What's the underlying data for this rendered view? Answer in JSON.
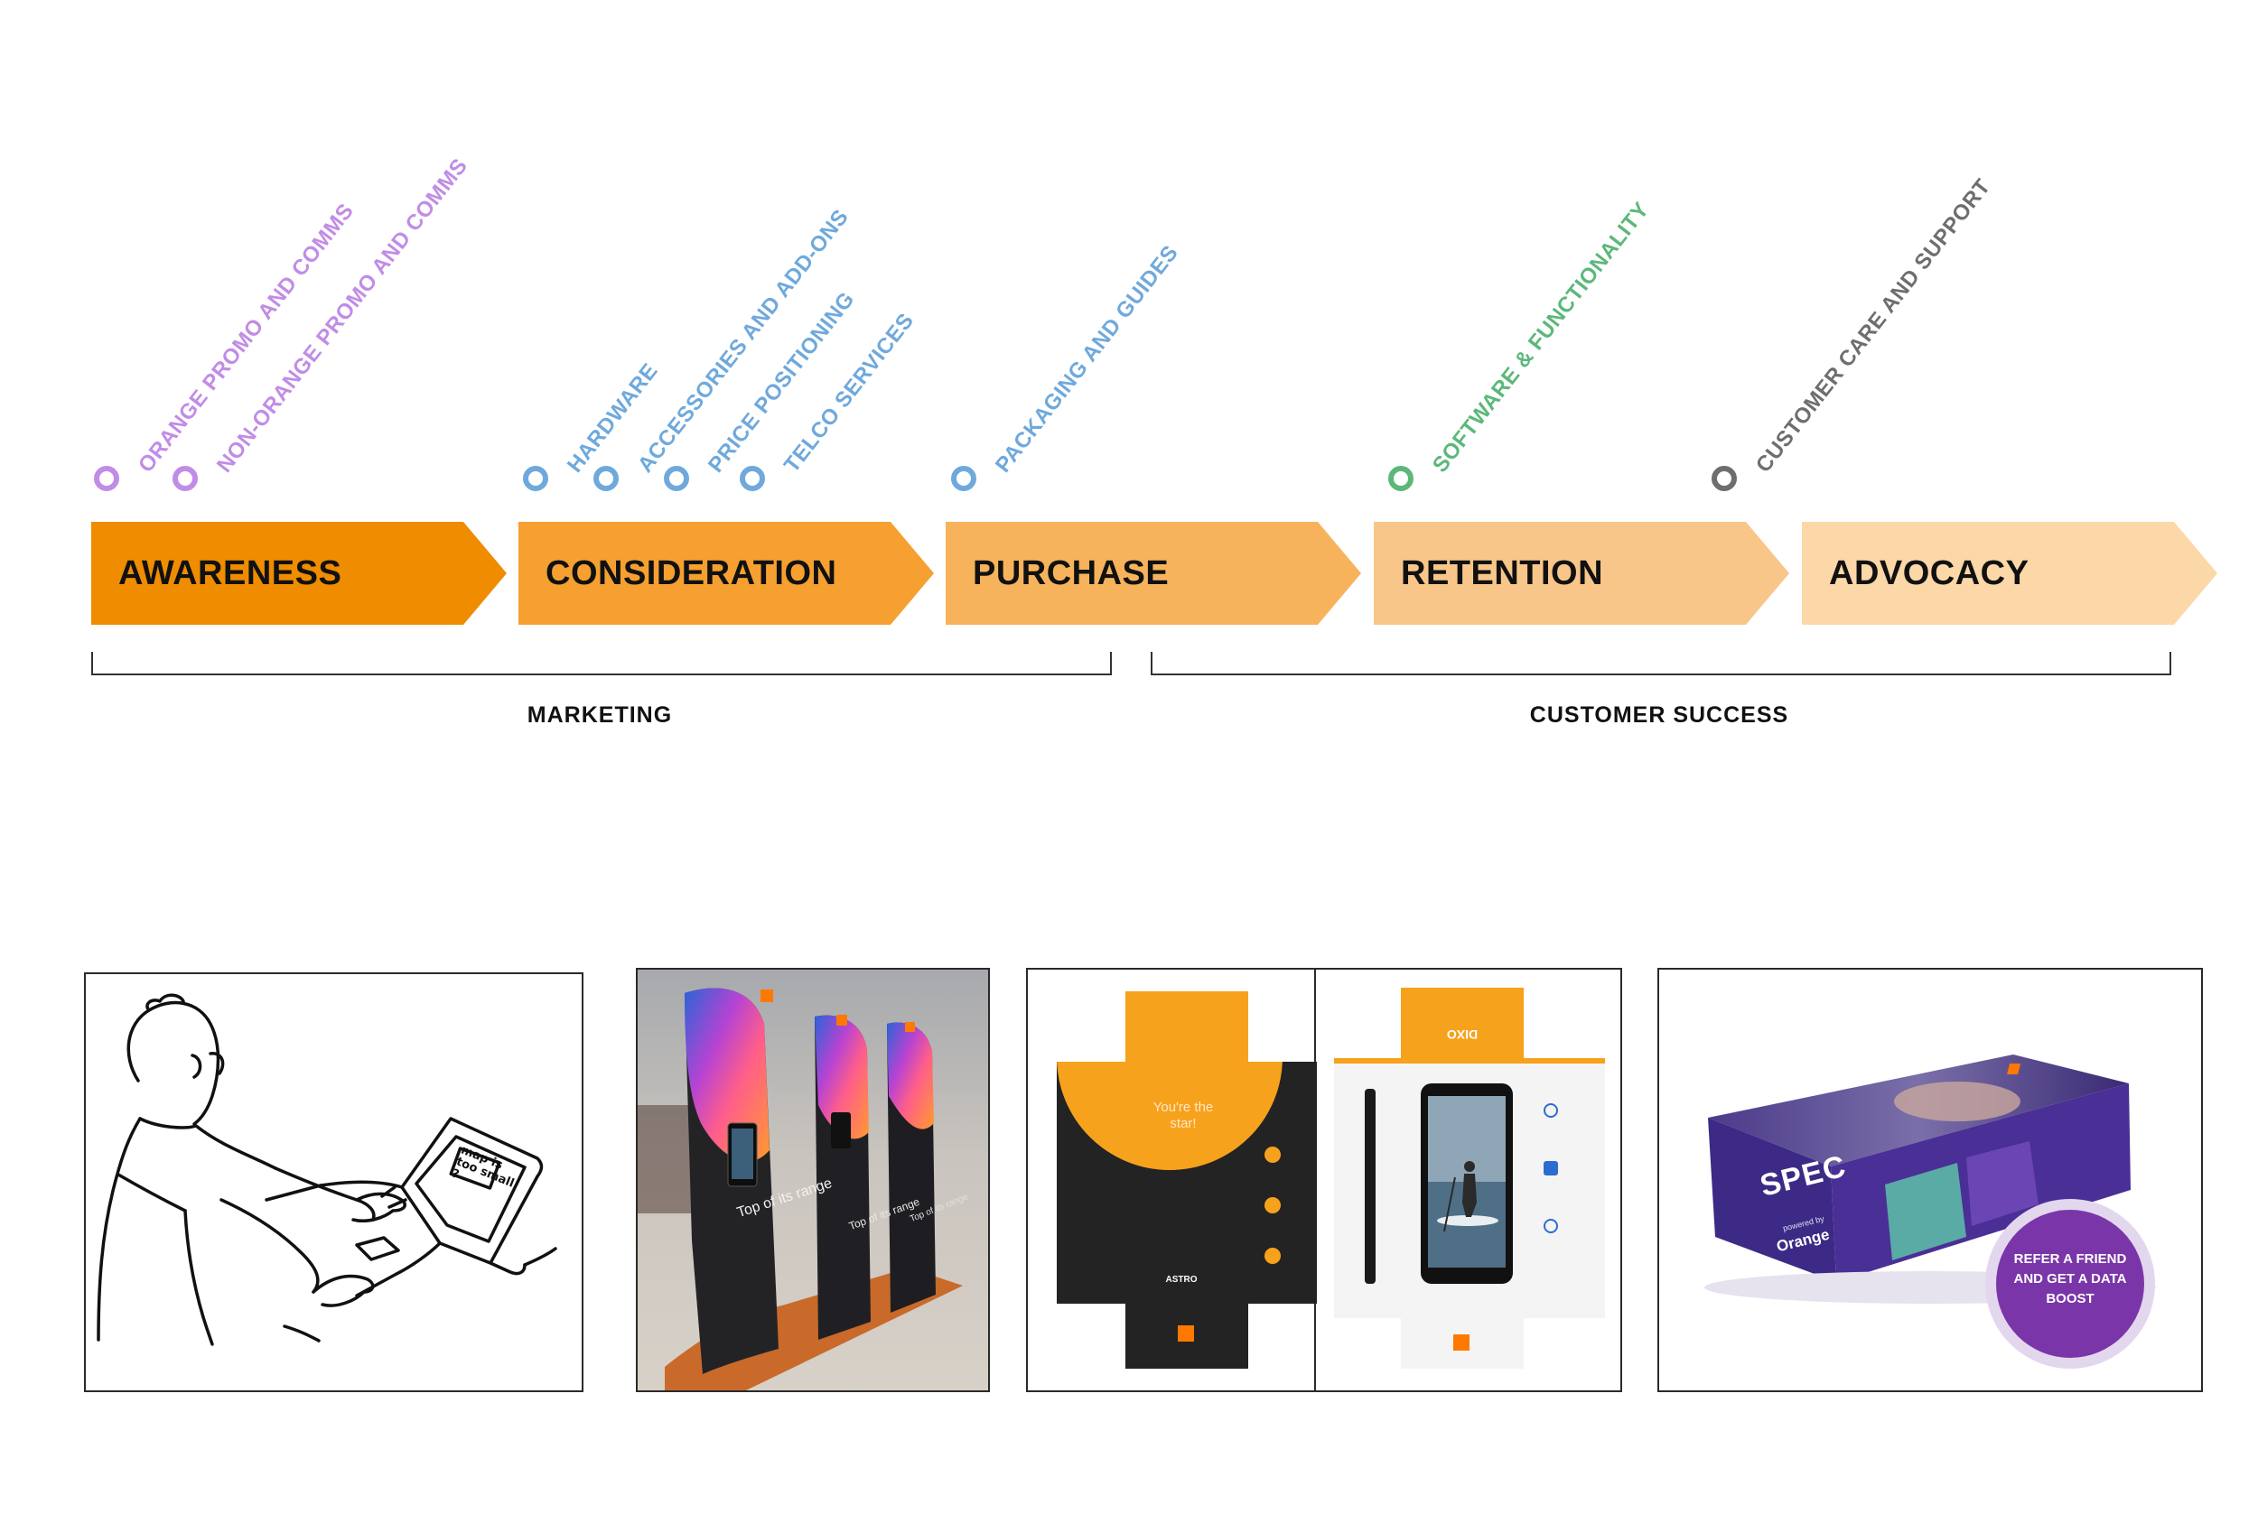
{
  "stages": [
    {
      "label": "AWARENESS",
      "color": "#ef8c00"
    },
    {
      "label": "CONSIDERATION",
      "color": "#f5a030"
    },
    {
      "label": "PURCHASE",
      "color": "#f7b35c"
    },
    {
      "label": "RETENTION",
      "color": "#f9c689"
    },
    {
      "label": "ADVOCACY",
      "color": "#fcd7a8"
    }
  ],
  "touchpoints": [
    {
      "label": "ORANGE PROMO AND COMMS",
      "color": "#c18ce6"
    },
    {
      "label": "NON-ORANGE PROMO AND COMMS",
      "color": "#c18ce6"
    },
    {
      "label": "HARDWARE",
      "color": "#6fa9dc"
    },
    {
      "label": "ACCESSORIES AND ADD-ONS",
      "color": "#6fa9dc"
    },
    {
      "label": "PRICE POSITIONING",
      "color": "#6fa9dc"
    },
    {
      "label": "TELCO SERVICES",
      "color": "#6fa9dc"
    },
    {
      "label": "PACKAGING AND GUIDES",
      "color": "#6fa9dc"
    },
    {
      "label": "SOFTWARE & FUNCTIONALITY",
      "color": "#5cb87a"
    },
    {
      "label": "CUSTOMER CARE AND SUPPORT",
      "color": "#6e6e6e"
    }
  ],
  "groups": {
    "marketing": "MARKETING",
    "customer_success": "CUSTOMER SUCCESS"
  },
  "panels": {
    "sketch": {
      "screen_text": "map is too small ?"
    },
    "display": {
      "tagline": "Top of its range"
    },
    "packaging": {
      "left_box_text": "You're the star!",
      "left_box_brand": "ASTRO",
      "right_box_brand": "DIXO"
    },
    "spec_box": {
      "brand": "SPEC",
      "powered_by": "powered by",
      "maker": "Orange",
      "badge": "REFER A FRIEND AND GET A DATA BOOST"
    }
  }
}
